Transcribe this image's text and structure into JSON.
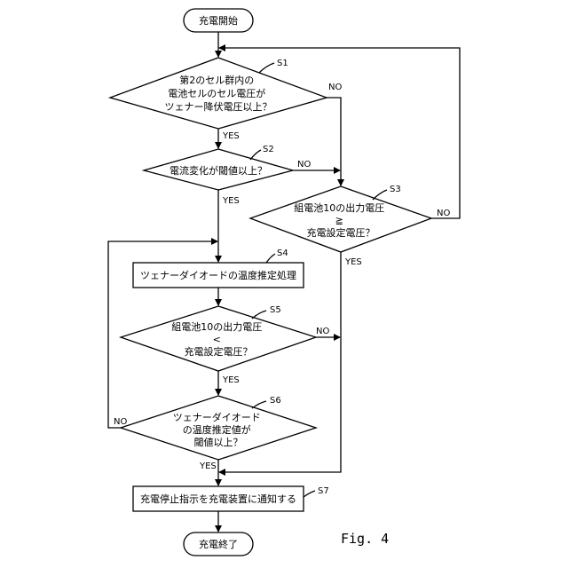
{
  "flowchart": {
    "start": "充電開始",
    "end": "充電終了",
    "steps": {
      "s1": {
        "tag": "S1",
        "lines": [
          "第2のセル群内の",
          "電池セルのセル電圧が",
          "ツェナー降伏電圧以上？"
        ]
      },
      "s2": {
        "tag": "S2",
        "lines": [
          "電流変化が閾値以上？"
        ]
      },
      "s3": {
        "tag": "S3",
        "lines": [
          "組電池10の出力電圧",
          "≧",
          "充電設定電圧？"
        ]
      },
      "s4": {
        "tag": "S4",
        "lines": [
          "ツェナーダイオードの温度推定処理"
        ]
      },
      "s5": {
        "tag": "S5",
        "lines": [
          "組電池10の出力電圧",
          "<",
          "充電設定電圧？"
        ]
      },
      "s6": {
        "tag": "S6",
        "lines": [
          "ツェナーダイオード",
          "の温度推定値が",
          "閾値以上？"
        ]
      },
      "s7": {
        "tag": "S7",
        "lines": [
          "充電停止指示を充電装置に通知する"
        ]
      }
    },
    "labels": {
      "yes": "YES",
      "no": "NO"
    },
    "figure_label": "Fig. 4"
  }
}
